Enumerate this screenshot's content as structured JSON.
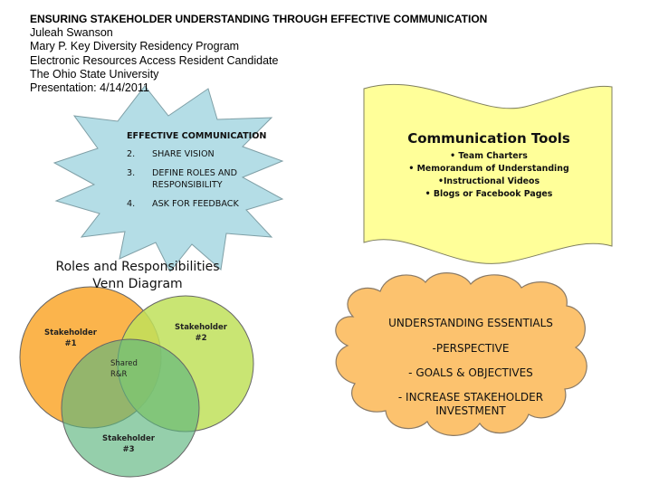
{
  "header": {
    "title": "ENSURING STAKEHOLDER UNDERSTANDING THROUGH EFFECTIVE COMMUNICATION",
    "author": "Juleah Swanson",
    "program": "Mary P. Key Diversity Residency Program",
    "position": "Electronic Resources Access Resident Candidate",
    "institution": "The Ohio State University",
    "date": "Presentation: 4/14/2011"
  },
  "star": {
    "heading": "EFFECTIVE COMMUNICATION",
    "items": [
      {
        "num": "2.",
        "text": "SHARE VISION"
      },
      {
        "num": "3.",
        "text": "DEFINE ROLES AND RESPONSIBILITY"
      },
      {
        "num": "4.",
        "text": "ASK FOR FEEDBACK"
      }
    ]
  },
  "flag": {
    "title": "Communication Tools",
    "items": [
      "• Team Charters",
      "• Memorandum of Understanding",
      "•Instructional Videos",
      "• Blogs or Facebook Pages"
    ]
  },
  "venn": {
    "title_line1": "Roles and Responsibilities",
    "title_line2": "Venn Diagram",
    "circle1": {
      "line1": "Stakeholder",
      "line2": "#1"
    },
    "circle2": {
      "line1": "Stakeholder",
      "line2": "#2"
    },
    "circle3": {
      "line1": "Stakeholder",
      "line2": "#3"
    },
    "shared_line1": "Shared",
    "shared_line2": "R&R"
  },
  "cloud": {
    "title": "UNDERSTANDING ESSENTIALS",
    "items": [
      "-PERSPECTIVE",
      "- GOALS & OBJECTIVES",
      "- INCREASE STAKEHOLDER INVESTMENT"
    ]
  },
  "colors": {
    "star_fill": "#b4dde6",
    "flag_fill": "#ffff99",
    "cloud_fill": "#fcc26e",
    "circle1": "#fbb44c",
    "circle2": "#bfe05a",
    "circle3": "#5cb67e"
  }
}
